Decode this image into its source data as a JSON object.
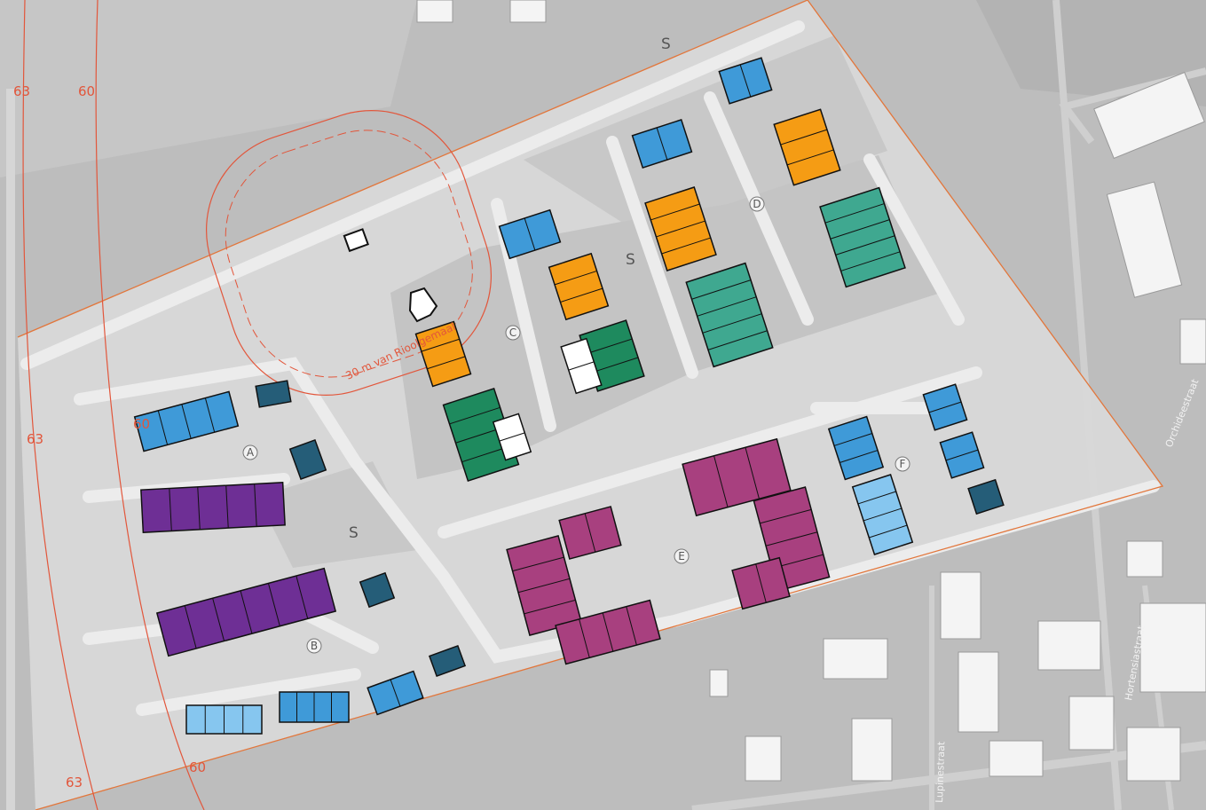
{
  "colors": {
    "background": "#b9b9b9",
    "plan_area": "#d9d9d9",
    "road": "#ececec",
    "contour": "#e2563b",
    "boundary": "#e2763b",
    "purple": "#6e2f95",
    "magenta": "#a8407f",
    "blue": "#3f9ad8",
    "light_blue": "#86c6ef",
    "dark_teal": "#255d78",
    "green": "#1e8a5e",
    "teal": "#3fa890",
    "yellow": "#f4b51c",
    "orange": "#f59c14",
    "white": "#ffffff"
  },
  "contours": [
    {
      "label": "63"
    },
    {
      "label": "60"
    },
    {
      "label": "63"
    },
    {
      "label": "60"
    },
    {
      "label": "60"
    },
    {
      "label": "63"
    }
  ],
  "zones": [
    {
      "label": "A"
    },
    {
      "label": "B"
    },
    {
      "label": "C"
    },
    {
      "label": "D"
    },
    {
      "label": "E"
    },
    {
      "label": "F"
    }
  ],
  "open_spaces": [
    {
      "label": "S"
    },
    {
      "label": "S"
    },
    {
      "label": "S"
    }
  ],
  "buffer": {
    "label": "30 m van Rioolgemaal"
  },
  "streets": [
    {
      "name": "Orchideestraat"
    },
    {
      "name": "Hortensiastraat"
    },
    {
      "name": "Lupinestraat"
    }
  ]
}
